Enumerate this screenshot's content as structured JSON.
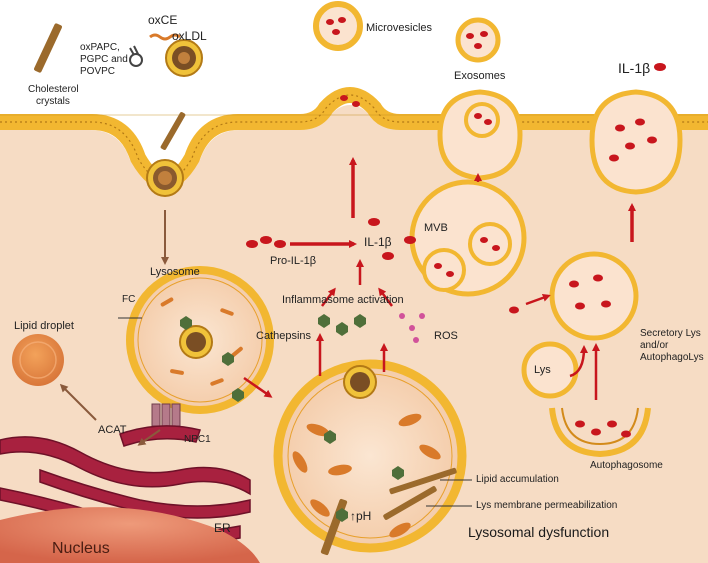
{
  "labels": {
    "oxce": "oxCE",
    "oxpapc": "oxPAPC,",
    "pgpc": "PGPC and",
    "povpc": "POVPC",
    "cholesterol1": "Cholesterol",
    "cholesterol2": "crystals",
    "oxldl": "oxLDL",
    "microvesicles": "Microvesicles",
    "exosomes": "Exosomes",
    "il1b_top": "IL-1β",
    "lysosome": "Lysosome",
    "fc": "FC",
    "lipid_droplet": "Lipid droplet",
    "acat": "ACAT",
    "npc1": "NPC1",
    "er": "ER",
    "nucleus": "Nucleus",
    "pro_il1b": "Pro-IL-1β",
    "il1b_mid": "IL-1β",
    "inflammasome": "Inflammasome activation",
    "cathepsins": "Cathepsins",
    "ros": "ROS",
    "mvb": "MVB",
    "secretory1": "Secretory Lys",
    "secretory2": "and/or",
    "secretory3": "AutophagoLys",
    "lys": "Lys",
    "autophagosome": "Autophagosome",
    "lipid_accumulation": "Lipid accumulation",
    "lys_perm": "Lys membrane permeabilization",
    "ph": "pH",
    "lysosomal_dysfunction": "Lysosomal dysfunction"
  },
  "colors": {
    "cytoplasm": "#f6dcc4",
    "membrane": "#f2b731",
    "arrow_red": "#c8161d",
    "arrow_brown": "#8a5a3c",
    "il1b": "#c8161d",
    "er": "#a8213f",
    "nucleus": "#e0795a",
    "cholesterol": "#9b6a2c",
    "lipid_droplet": "#e08a3c",
    "cathepsin": "#4f6f3a",
    "ros": "#d1529a"
  }
}
